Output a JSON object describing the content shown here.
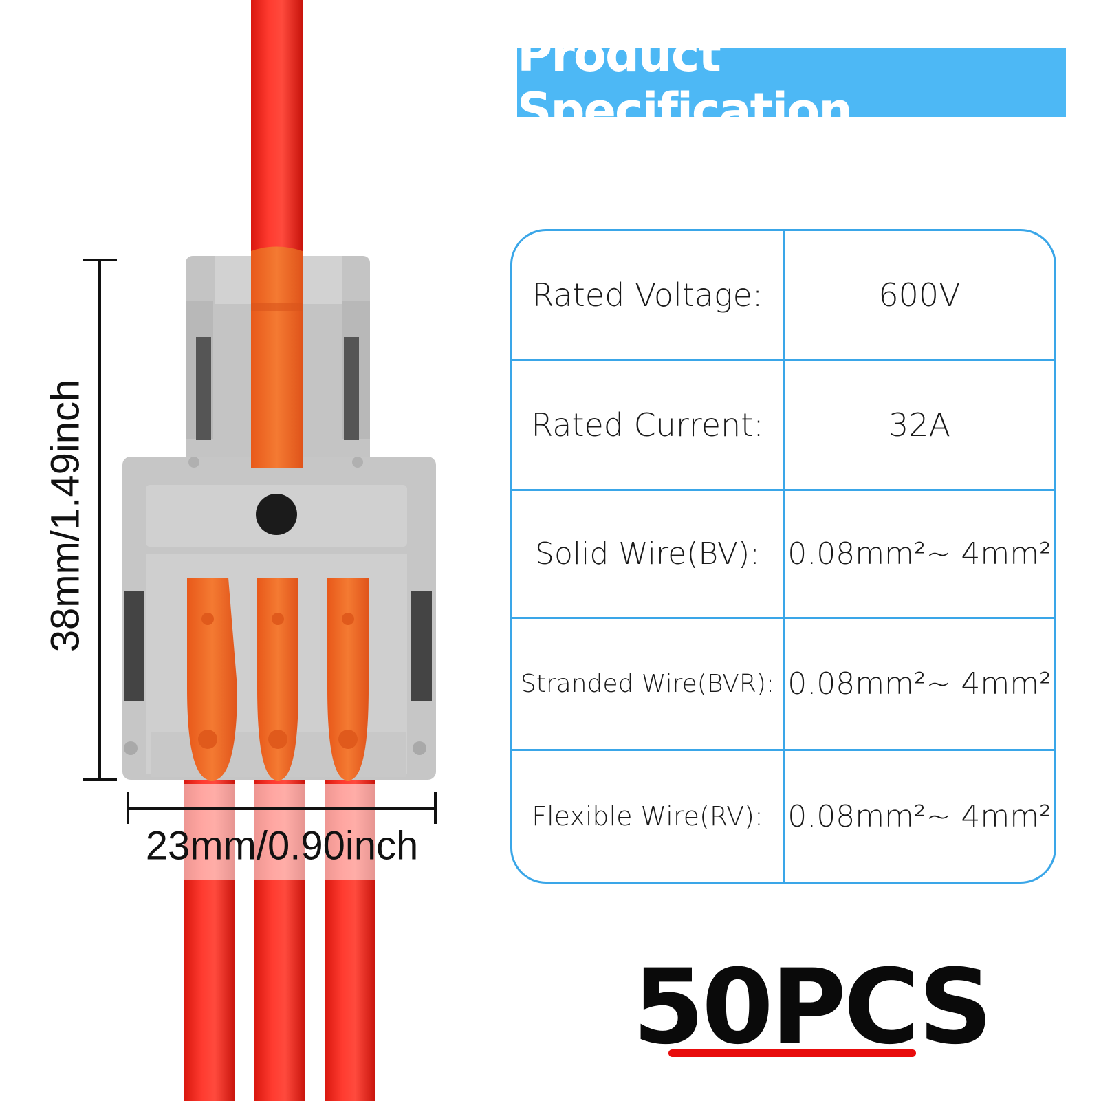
{
  "dimensions": {
    "height_label": "38mm/1.49inch",
    "width_label": "23mm/0.90inch"
  },
  "spec": {
    "title": "Product Specification",
    "rows": [
      {
        "label": "Rated Voltage:",
        "value": "600V"
      },
      {
        "label": "Rated Current:",
        "value": "32A"
      },
      {
        "label": "Solid Wire(BV):",
        "value": "0.08mm²~ 4mm²"
      },
      {
        "label": "Stranded Wire(BVR):",
        "value": "0.08mm²~ 4mm²"
      },
      {
        "label": "Flexible Wire(RV):",
        "value": "0.08mm²~ 4mm²"
      }
    ]
  },
  "quantity": "50PCS",
  "colors": {
    "accent_blue": "#4db8f5",
    "table_border": "#3aa6e8",
    "wire_red": "#ef2c23",
    "lever_orange": "#f26a1f",
    "housing_gray": "#c6c6c6",
    "underline_red": "#e80c0c"
  }
}
